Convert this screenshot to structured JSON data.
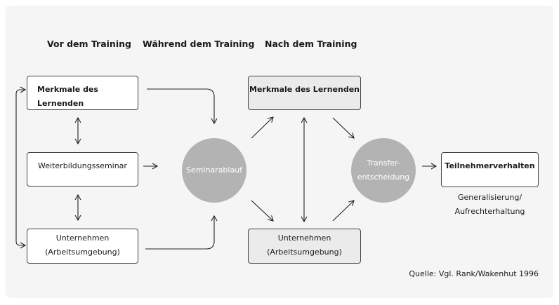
{
  "headers": {
    "before": "Vor dem Training",
    "during": "Während dem Training",
    "after": "Nach dem Training"
  },
  "left_boxes": {
    "learner": "Merkmale des Lernenden",
    "seminar": "Weiterbildungsseminar",
    "company_line1": "Unternehmen",
    "company_line2": "(Arbeitsumgebung)"
  },
  "circles": {
    "seminar_flow": "Seminarablauf",
    "transfer_line1": "Transfer-",
    "transfer_line2": "entscheidung"
  },
  "right_boxes": {
    "learner": "Merkmale des Lernenden",
    "company_line1": "Unternehmen",
    "company_line2": "(Arbeitsumgebung)"
  },
  "outcome": {
    "box": "Teilnehmerverhalten",
    "note_line1": "Generalisierung/",
    "note_line2": "Aufrechterhaltung"
  },
  "source": "Quelle: Vgl. Rank/Wakenhut 1996",
  "colors": {
    "circle": "#b3b3b3",
    "gray_box": "#ebebeb",
    "panel": "#f5f5f5"
  }
}
